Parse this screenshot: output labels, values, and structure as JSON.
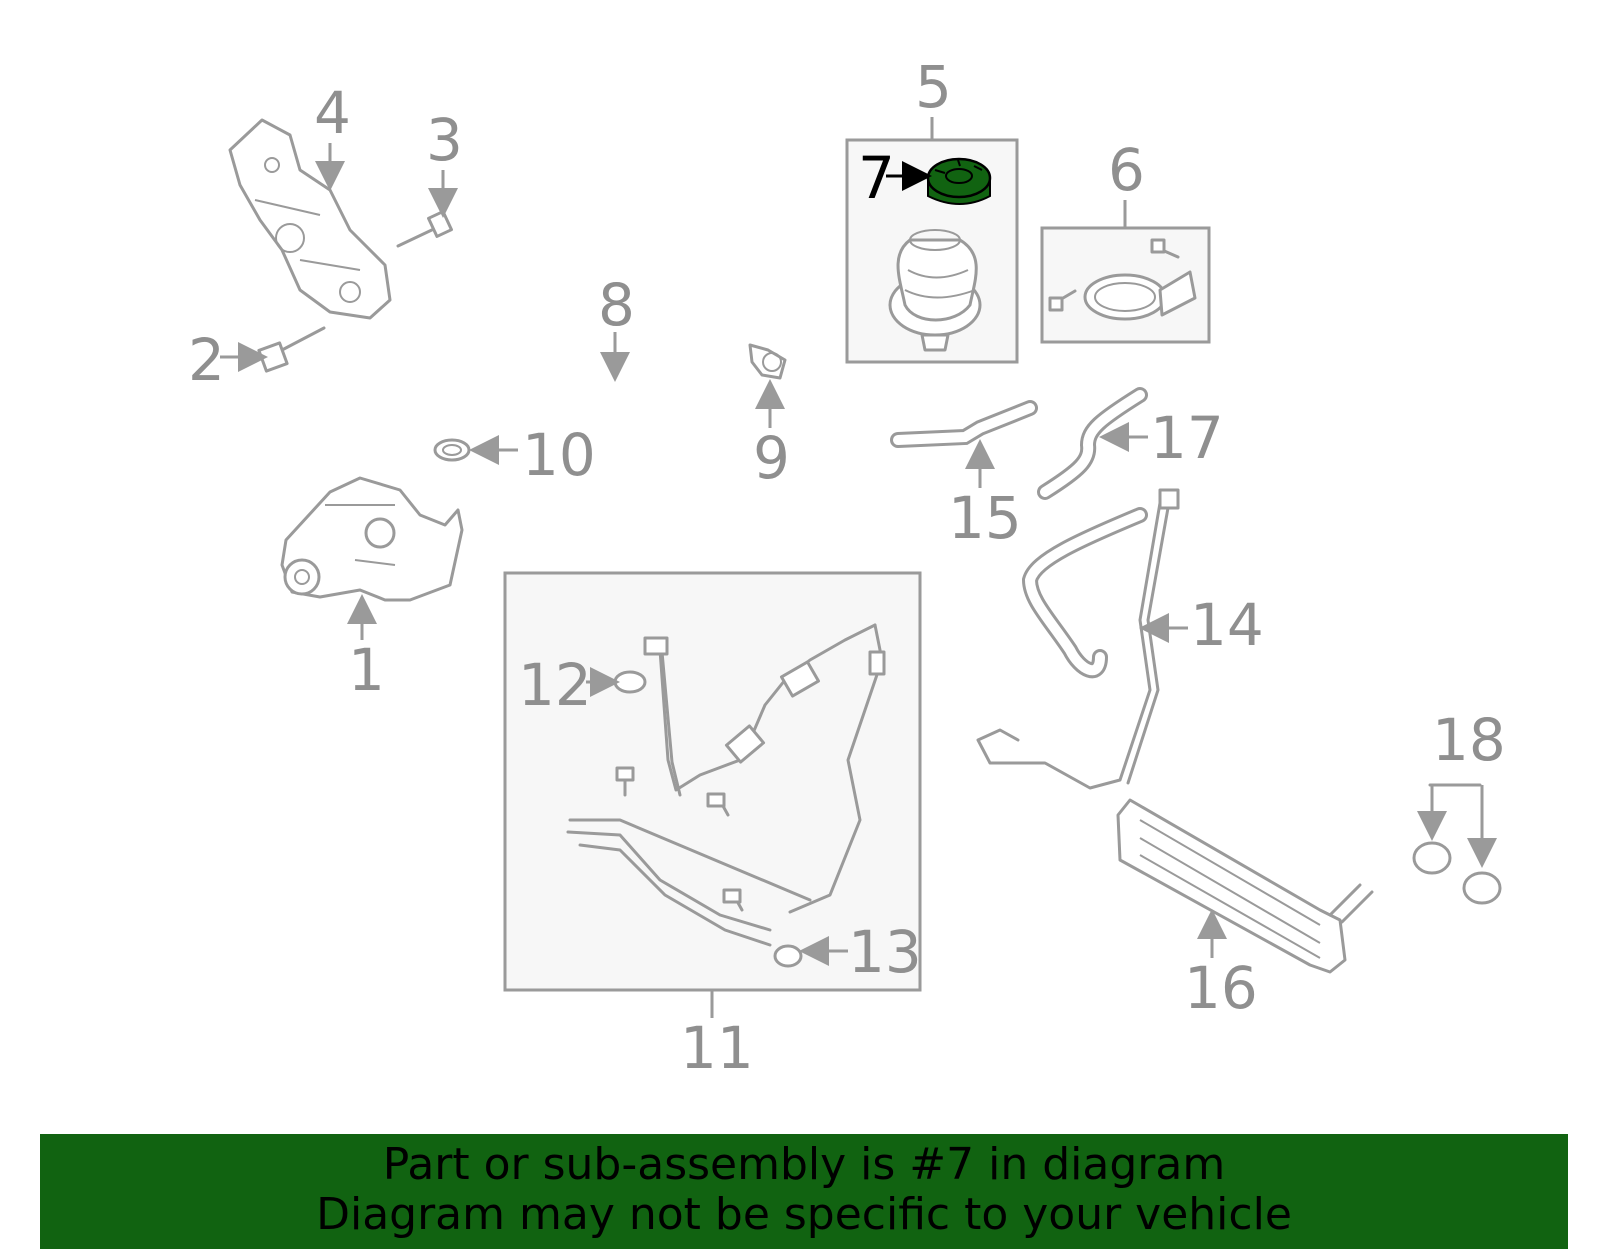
{
  "callouts": {
    "c1": "1",
    "c2": "2",
    "c3": "3",
    "c4": "4",
    "c5": "5",
    "c6": "6",
    "c7": "7",
    "c8": "8",
    "c9": "9",
    "c10": "10",
    "c11": "11",
    "c12": "12",
    "c13": "13",
    "c14": "14",
    "c15": "15",
    "c16": "16",
    "c17": "17",
    "c18": "18"
  },
  "highlight": {
    "part": "7",
    "color": "#116311"
  },
  "banner": {
    "line1": "Part or sub-assembly is #7 in diagram",
    "line2": "Diagram may not be specific to your vehicle",
    "background": "#116311"
  }
}
